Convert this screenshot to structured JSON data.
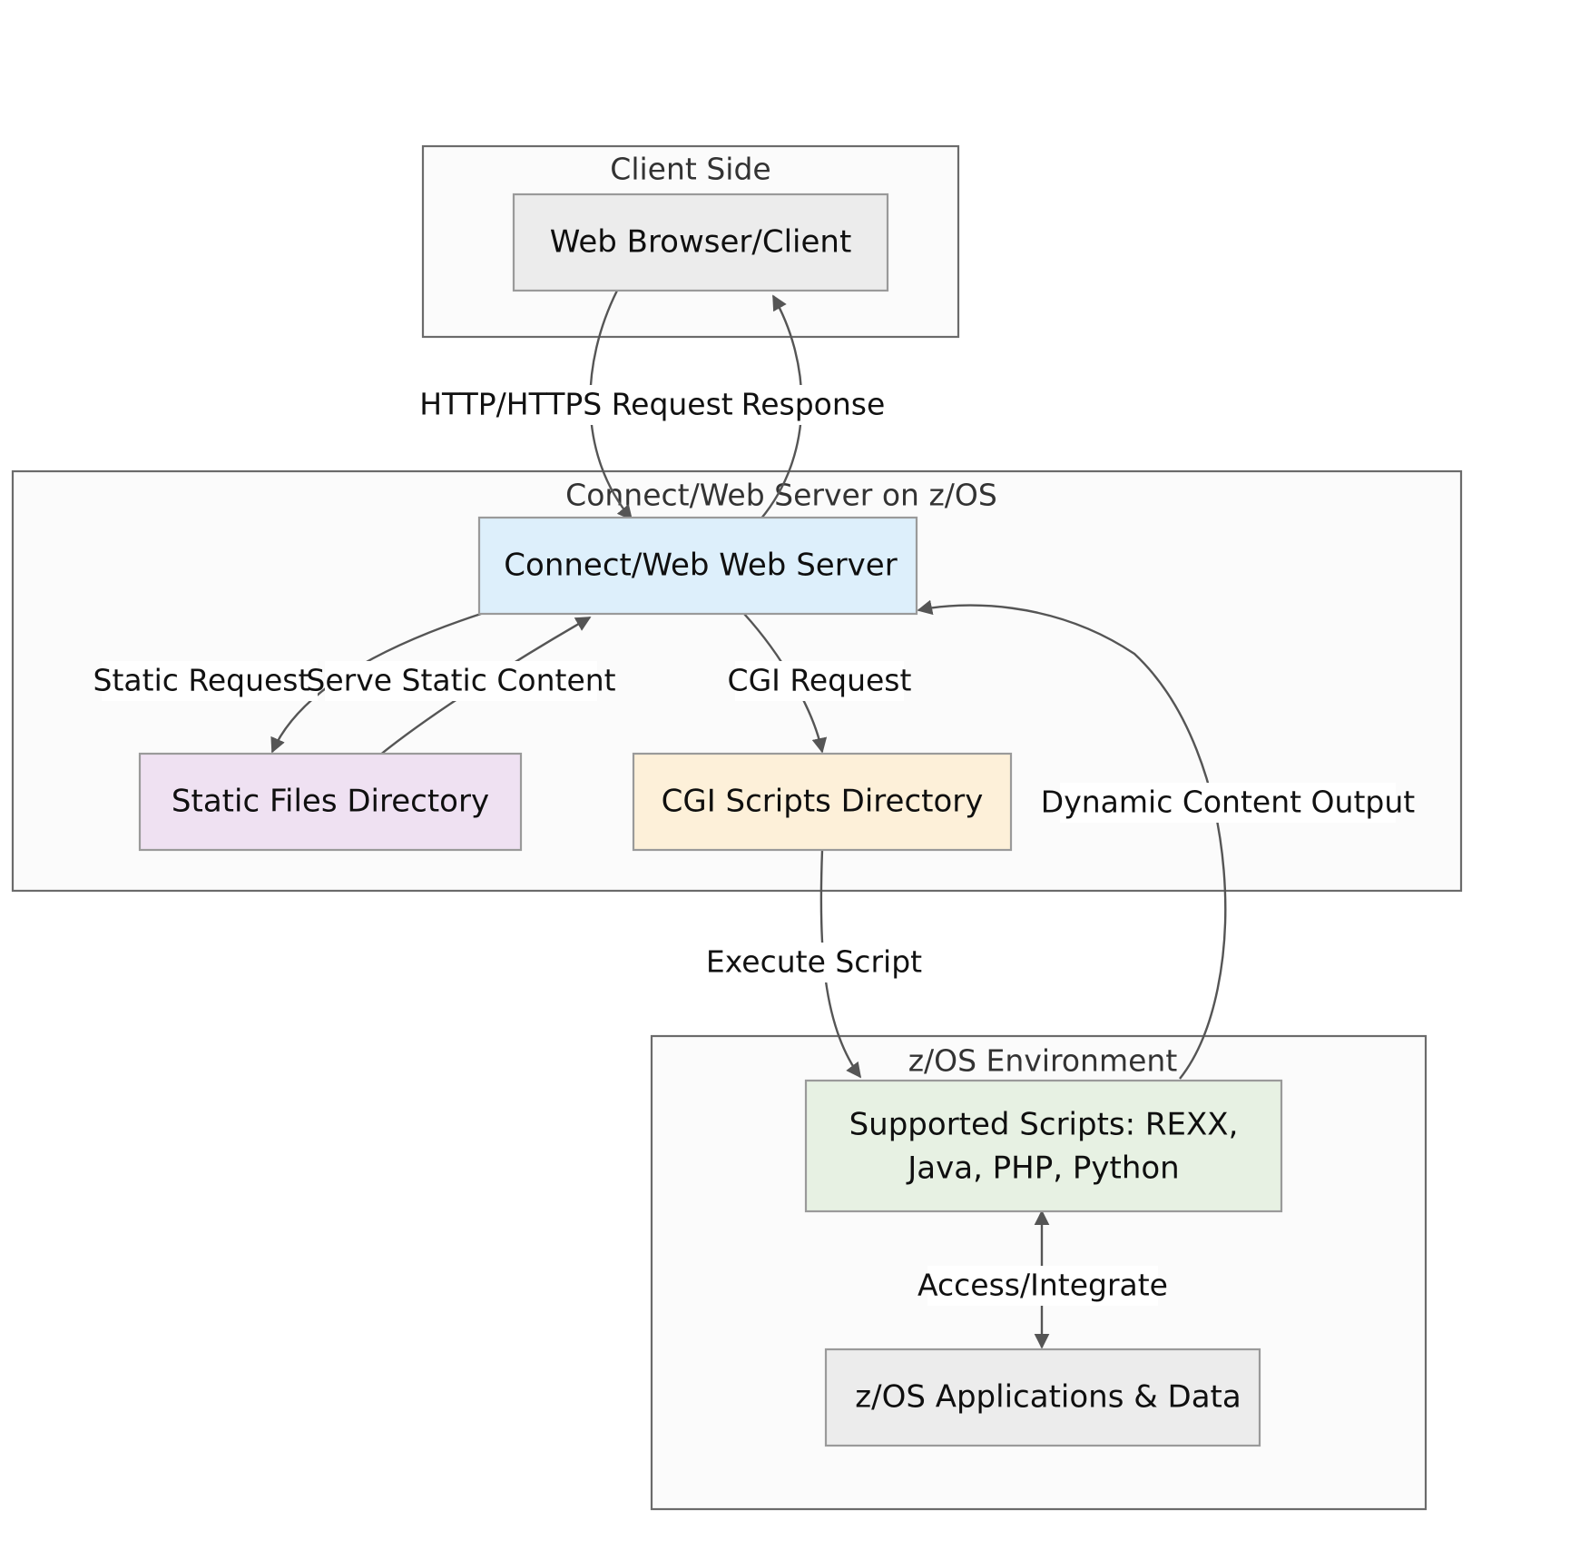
{
  "diagram": {
    "title": "Connect/Web Server on z/OS CGI architecture flowchart",
    "colors": {
      "client_node": "#ececec",
      "server_node": "#ddeffb",
      "static_node": "#efe1f2",
      "cgi_node": "#fdf0d9",
      "scripts_node": "#e7f1e3",
      "apps_node": "#ececec",
      "cluster_fill": "#fbfbfb",
      "cluster_stroke": "#6b6b6b",
      "node_stroke": "#9a9a9a",
      "edge_stroke": "#555555",
      "text": "#0f0f0f",
      "cluster_title_text": "#333333"
    },
    "clusters": [
      {
        "id": "client_side",
        "title": "Client Side"
      },
      {
        "id": "server_zos",
        "title": "Connect/Web Server on  z/OS"
      },
      {
        "id": "zos_env",
        "title": "z/OS Environment"
      }
    ],
    "nodes": [
      {
        "id": "browser",
        "label": "Web Browser/Client"
      },
      {
        "id": "webserver",
        "label": "Connect/Web Web Server"
      },
      {
        "id": "static_dir",
        "label": "Static Files Directory"
      },
      {
        "id": "cgi_dir",
        "label": "CGI Scripts Directory"
      },
      {
        "id": "scripts",
        "label_line1": "Supported Scripts: REXX,",
        "label_line2": "Java, PHP, Python"
      },
      {
        "id": "apps",
        "label": "z/OS Applications & Data"
      }
    ],
    "edges": [
      {
        "id": "e1",
        "from": "browser",
        "to": "webserver",
        "label": "HTTP/HTTPS Request"
      },
      {
        "id": "e2",
        "from": "webserver",
        "to": "browser",
        "label": "Response"
      },
      {
        "id": "e3",
        "from": "webserver",
        "to": "static_dir",
        "label": "Static Request"
      },
      {
        "id": "e4",
        "from": "static_dir",
        "to": "webserver",
        "label": "Serve Static Content"
      },
      {
        "id": "e5",
        "from": "webserver",
        "to": "cgi_dir",
        "label": "CGI Request"
      },
      {
        "id": "e6",
        "from": "cgi_dir",
        "to": "scripts",
        "label": "Execute Script"
      },
      {
        "id": "e7",
        "from": "scripts",
        "to": "webserver",
        "label": "Dynamic Content Output"
      },
      {
        "id": "e8",
        "from": "scripts",
        "to": "apps",
        "label": "Access/Integrate"
      }
    ]
  }
}
